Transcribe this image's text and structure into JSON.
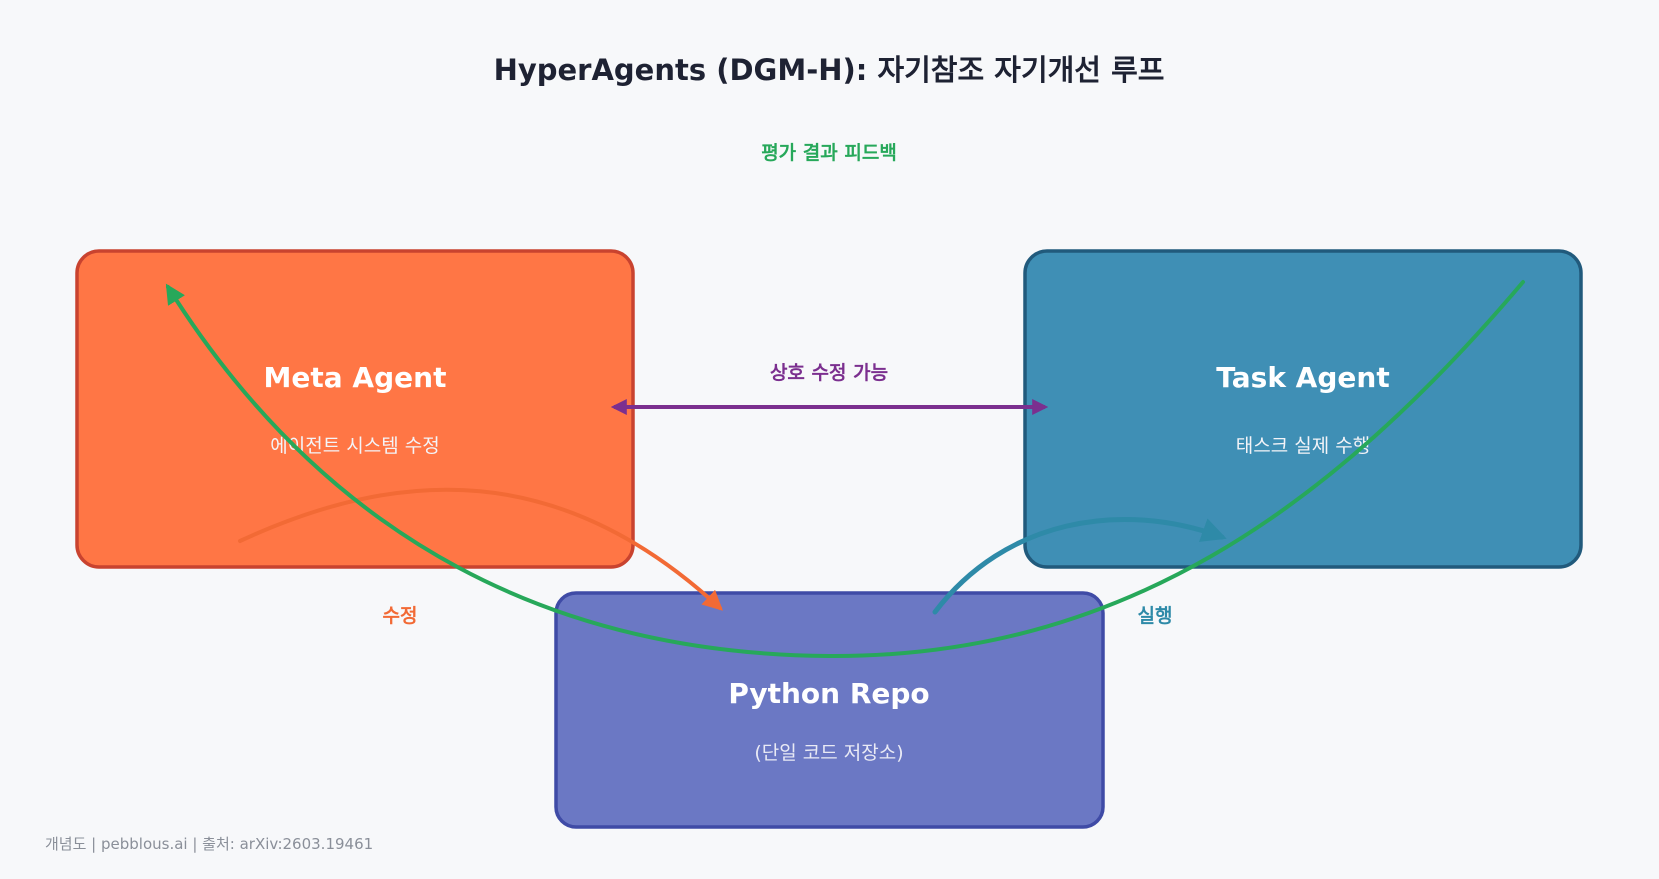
{
  "title": "HyperAgents (DGM-H): 자기참조 자기개선 루프",
  "nodes": {
    "meta": {
      "title": "Meta Agent",
      "subtitle": "에이전트 시스템 수정",
      "fill": "#ff7645",
      "stroke": "#c9432f"
    },
    "task": {
      "title": "Task Agent",
      "subtitle": "태스크 실제 수행",
      "fill": "#3f8fb5",
      "stroke": "#215a7c"
    },
    "repo": {
      "title": "Python Repo",
      "subtitle": "(단일 코드 저장소)",
      "fill": "#6b78c4",
      "stroke": "#3f4ba6"
    }
  },
  "edges": {
    "feedback": {
      "label": "평가 결과 피드백",
      "color": "#27a85a"
    },
    "mutual": {
      "label": "상호 수정 가능",
      "color": "#7b2f8f"
    },
    "modify": {
      "label": "수정",
      "color": "#f26a35"
    },
    "execute": {
      "label": "실행",
      "color": "#2e8aa8"
    }
  },
  "footer": "개념도 | pebblous.ai | 출처: arXiv:2603.19461"
}
